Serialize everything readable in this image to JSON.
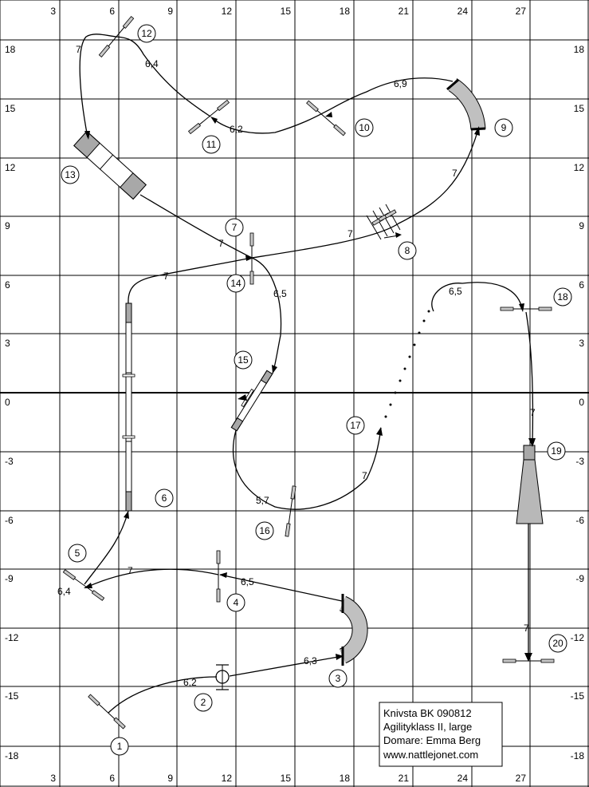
{
  "axes": {
    "x_ticks": [
      "3",
      "6",
      "9",
      "12",
      "15",
      "18",
      "21",
      "24",
      "27"
    ],
    "y_ticks": [
      "18",
      "15",
      "12",
      "9",
      "6",
      "3",
      "0",
      "-3",
      "-6",
      "-9",
      "-12",
      "-15",
      "-18"
    ]
  },
  "obstacle_numbers": [
    "1",
    "2",
    "3",
    "4",
    "5",
    "6",
    "7",
    "8",
    "9",
    "10",
    "11",
    "12",
    "13",
    "14",
    "15",
    "16",
    "17",
    "18",
    "19",
    "20"
  ],
  "distances": [
    "6,2",
    "6,3",
    "6,5",
    "7",
    "6,4",
    "7",
    "5,7",
    "7",
    "6,5",
    "7",
    "7",
    "6,9",
    "6,2",
    "6,4",
    "7",
    "7",
    "7",
    "6,5",
    "7",
    "7"
  ],
  "info": {
    "line1": "Knivsta BK 090812",
    "line2": "Agilityklass II, large",
    "line3": "Domare: Emma Berg",
    "line4": "www.nattlejonet.com"
  }
}
